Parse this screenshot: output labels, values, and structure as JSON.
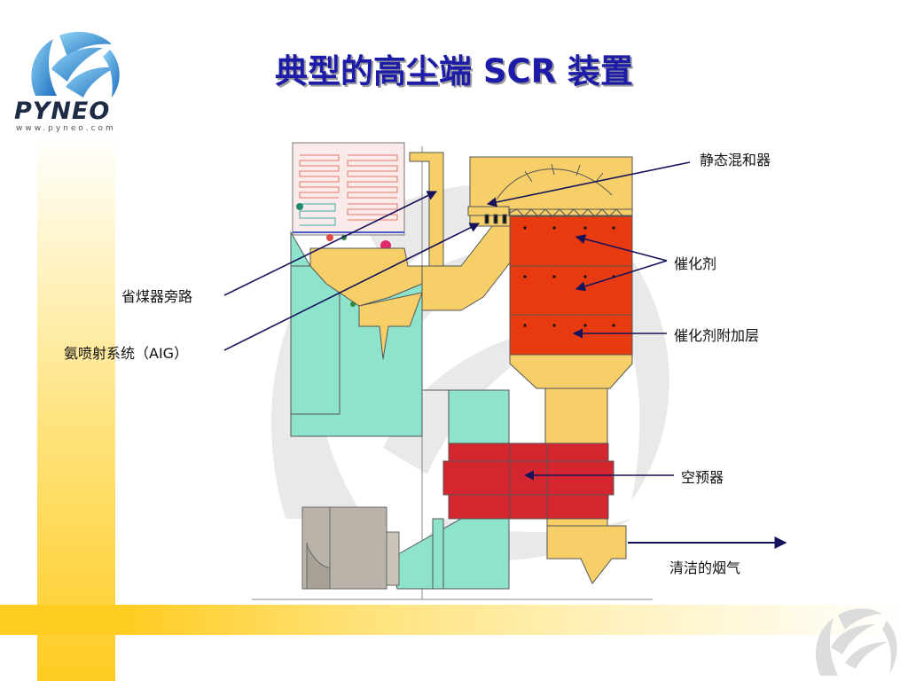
{
  "logo": {
    "wordmark": "PYNEO",
    "url": "www.pyneo.com"
  },
  "title": "典型的高尘端 SCR 装置",
  "labels": {
    "static_mixer": "静态混和器",
    "catalyst": "催化剂",
    "catalyst_extra_layer": "催化剂附加层",
    "air_preheater": "空预器",
    "clean_flue_gas": "清洁的烟气",
    "economizer_bypass": "省煤器旁路",
    "aig": "氨喷射系统（AIG）"
  },
  "colors": {
    "title": "#1c1ca8",
    "duct_yellow": "#f7cf69",
    "boiler_green": "#8ee3cc",
    "catalyst_red": "#e83a10",
    "preheater_red": "#d4262e",
    "arrow_navy": "#15135c",
    "accent_yellow": "#ffcc22"
  }
}
